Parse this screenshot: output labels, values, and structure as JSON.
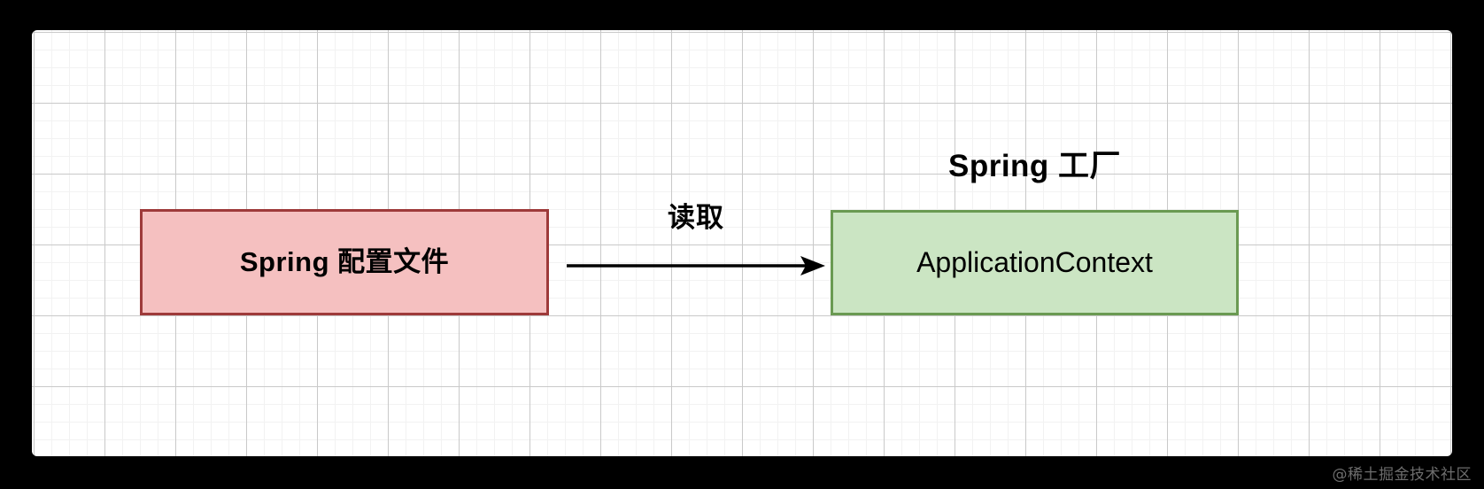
{
  "diagram": {
    "type": "flow",
    "title_label": "Spring 工厂",
    "nodes": [
      {
        "id": "spring-config-file",
        "label": "Spring 配置文件",
        "fill": "#f5c0c0",
        "border": "#9e3a3a"
      },
      {
        "id": "application-context",
        "label": "ApplicationContext",
        "fill": "#cbe5c3",
        "border": "#6a9a52"
      }
    ],
    "edges": [
      {
        "from": "spring-config-file",
        "to": "application-context",
        "label": "读取",
        "color": "#000000"
      }
    ]
  },
  "canvas": {
    "background": "#ffffff",
    "grid_minor_color": "#f2f2f2",
    "grid_major_color": "#c9c9c9",
    "page_background": "#000000"
  },
  "watermark": {
    "text": "@稀土掘金技术社区",
    "color": "#6d6d6d"
  }
}
